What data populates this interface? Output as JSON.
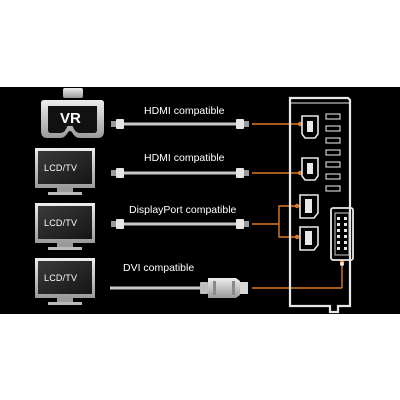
{
  "devices": {
    "vr": {
      "label": "VR",
      "icon": "vr-headset-icon"
    },
    "monitor_1": {
      "label": "LCD/TV",
      "icon": "monitor-icon"
    },
    "monitor_2": {
      "label": "LCD/TV",
      "icon": "monitor-icon"
    },
    "monitor_3": {
      "label": "LCD/TV",
      "icon": "monitor-icon"
    }
  },
  "cables": {
    "row_1": "HDMI compatible",
    "row_2": "HDMI compatible",
    "row_3": "DisplayPort compatible",
    "row_4": "DVI compatible"
  },
  "ports": [
    "hdmi-port",
    "hdmi-port",
    "displayport-port",
    "displayport-port",
    "dvi-port"
  ],
  "colors": {
    "background": "#000000",
    "page": "#ffffff",
    "connector_line": "#e07a24",
    "cable": "#c8c8c8",
    "device": "#c8c8c8"
  }
}
